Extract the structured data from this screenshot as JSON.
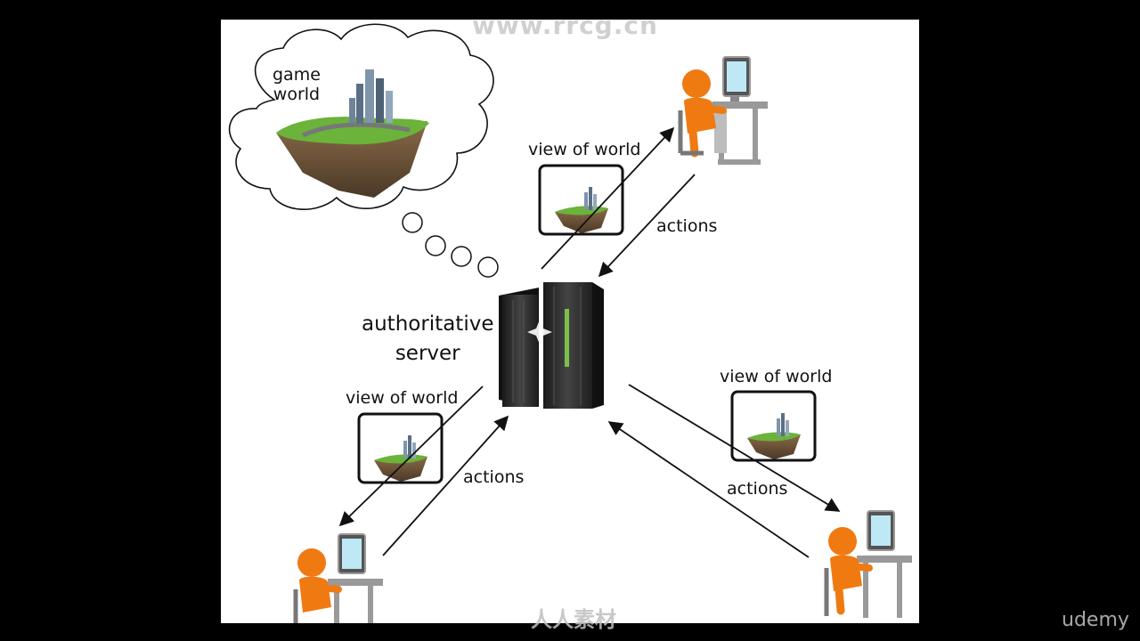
{
  "labels": {
    "game_world": [
      "game",
      "world"
    ],
    "authoritative_server": [
      "authoritative",
      "server"
    ],
    "view_top": "view of world",
    "view_left": "view of world",
    "view_right": "view of world",
    "actions_top": "actions",
    "actions_left": "actions",
    "actions_right": "actions"
  },
  "watermarks": {
    "top": "www.rrcg.cn",
    "bottom": "人人素材"
  },
  "brand": "udemy",
  "colors": {
    "background": "#000000",
    "slide": "#ffffff",
    "arrow": "#111111",
    "person": "#f07a12",
    "server": "#2b2b2b",
    "server_led": "#7cc04a",
    "island_grass": "#6bb33a",
    "island_rock": "#6b5238"
  }
}
